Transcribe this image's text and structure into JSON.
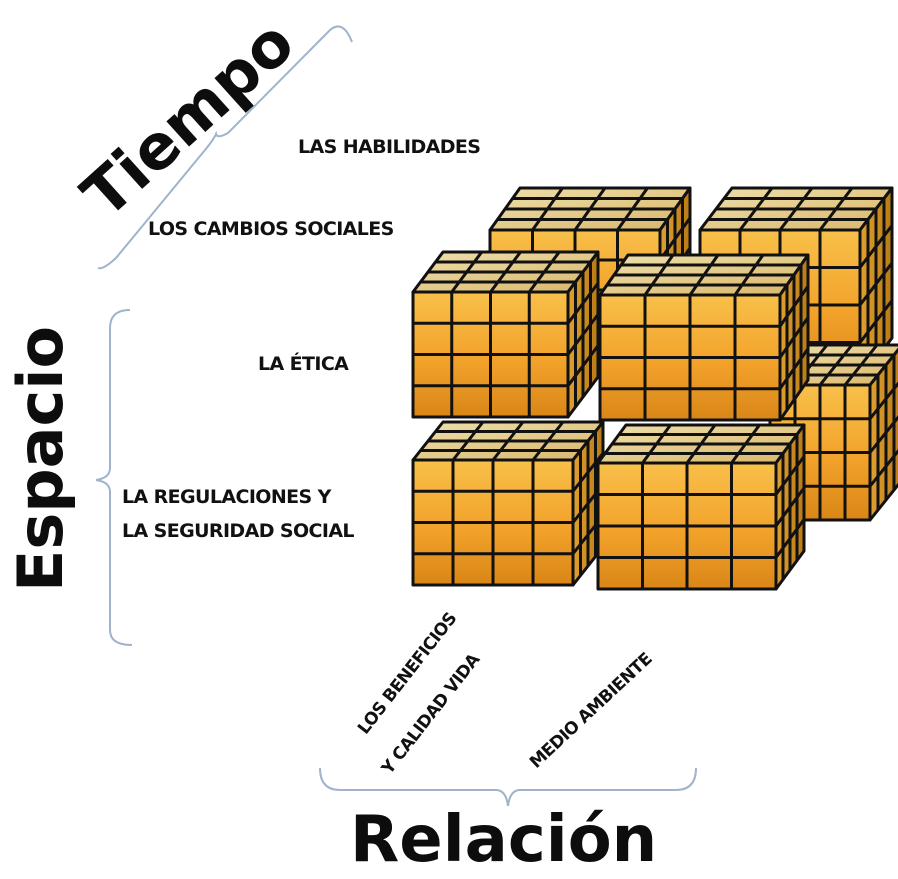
{
  "axes": {
    "time": "Tiempo",
    "space": "Espacio",
    "relation": "Relación"
  },
  "time_items": {
    "skills": "LAS HABILIDADES",
    "social_changes": "LOS CAMBIOS SOCIALES"
  },
  "space_items": {
    "ethics": "LA ÉTICA",
    "regulations_line1": "LA REGULACIONES Y",
    "regulations_line2": "LA  SEGURIDAD SOCIAL"
  },
  "relation_items": {
    "benefits_line1": "LOS BENEFICIOS",
    "benefits_line2": "Y CALIDAD VIDA",
    "environment": "MEDIO AMBIENTE"
  },
  "colors": {
    "cube_front": "#f2a22a",
    "cube_top": "#e4c98e",
    "cube_side": "#cf8e1c",
    "grid_lines": "#111111",
    "brace": "#9fb3cc",
    "text": "#111111"
  }
}
